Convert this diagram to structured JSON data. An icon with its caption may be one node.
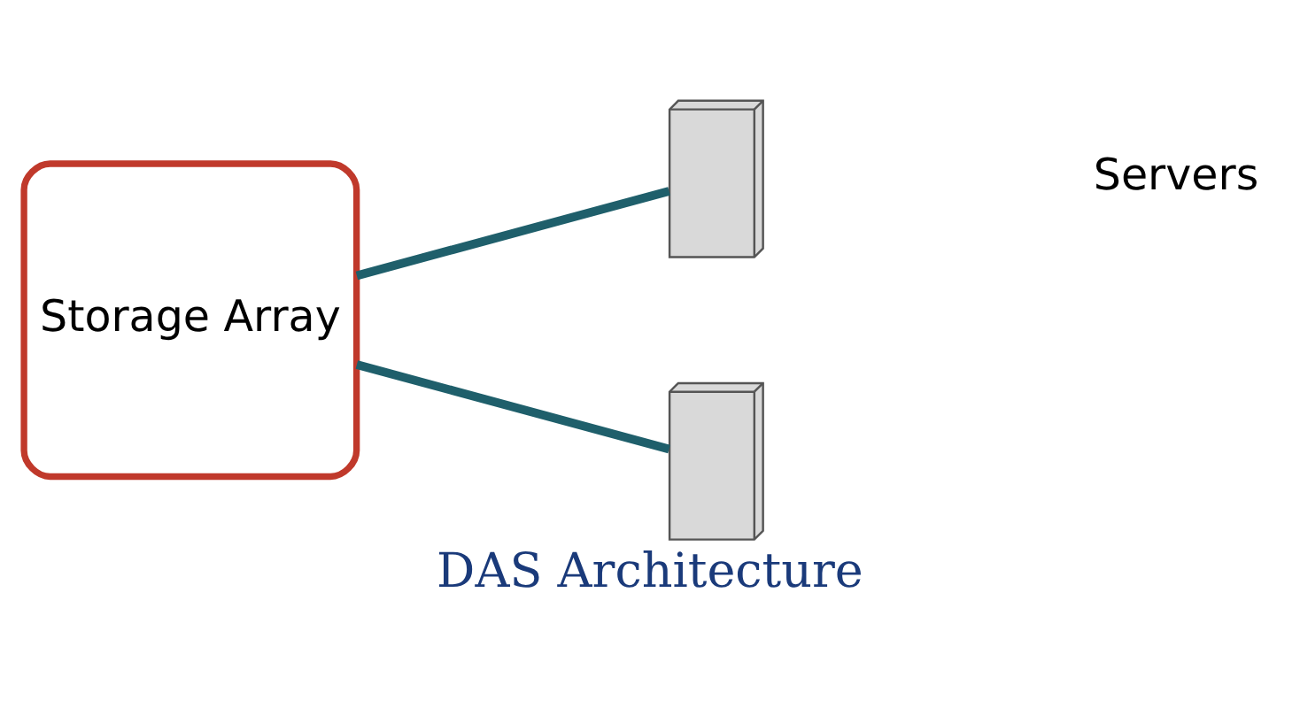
{
  "diagram": {
    "caption": "DAS Architecture",
    "nodes": [
      {
        "text": [
          "Storage Array"
        ]
      },
      {
        "text": [],
        "shape": "picture"
      },
      {
        "text": [],
        "shape": "picture"
      }
    ],
    "edges": [
      {
        "from": 0,
        "to": 1,
        "arrow": "none"
      },
      {
        "from": 0,
        "to": 2,
        "arrow": "none"
      }
    ],
    "labels": [
      "Servers"
    ]
  }
}
